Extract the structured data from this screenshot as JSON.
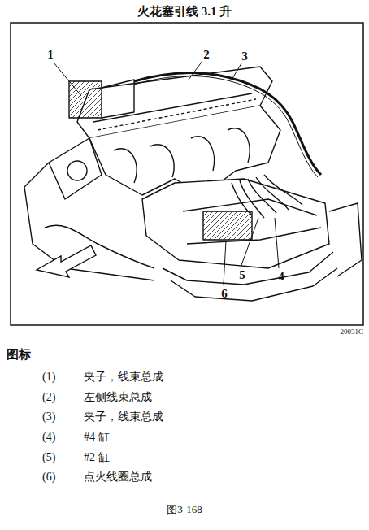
{
  "diagram": {
    "title": "火花塞引线 3.1 升",
    "caption": "图3-168",
    "labels": [
      "1",
      "2",
      "3",
      "4",
      "5",
      "6",
      "20031C",
      "图标",
      "(1)",
      "夹子，线束总成",
      "(2)",
      "左侧线束总成",
      "(3)",
      "夹子，线束总成",
      "(4)",
      "#4 缸",
      "(5)",
      "#2 缸",
      "(6)",
      "点火线圈总成"
    ]
  }
}
